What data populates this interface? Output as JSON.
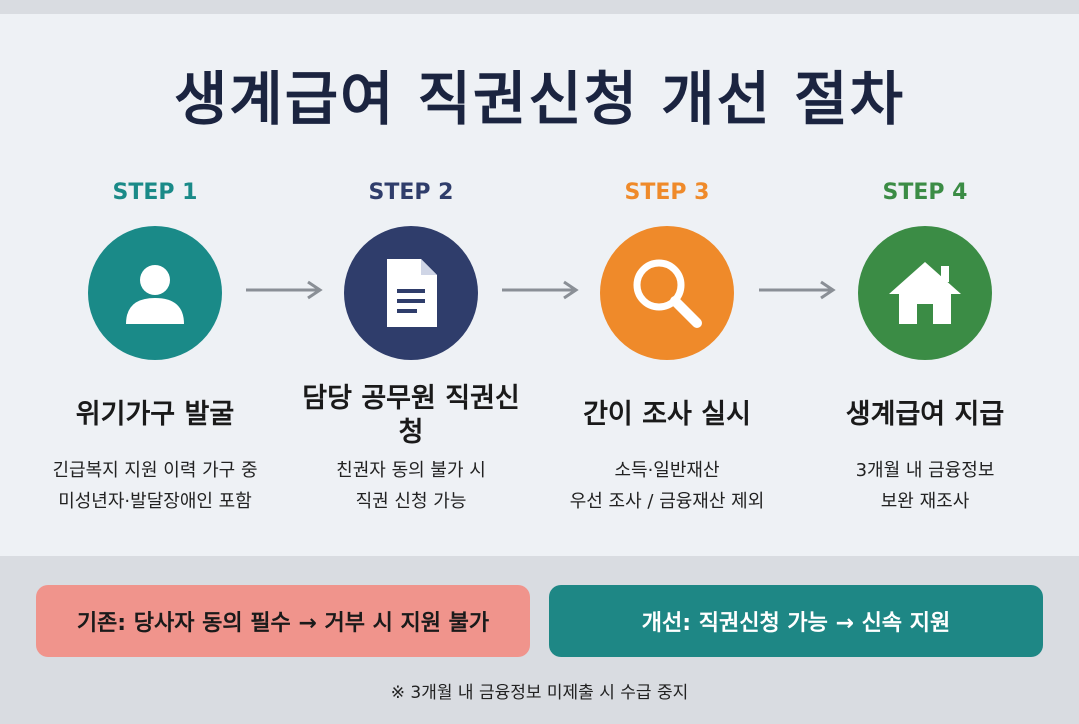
{
  "title": "생계급여 직권신청 개선 절차",
  "steps": [
    {
      "label": "STEP 1",
      "heading": "위기가구 발굴",
      "desc": [
        "긴급복지 지원 이력 가구 중",
        "미성년자·발달장애인 포함"
      ],
      "icon": "person-icon",
      "color": "#1a8a88"
    },
    {
      "label": "STEP 2",
      "heading": "담당 공무원 직권신청",
      "desc": [
        "친권자 동의 불가 시",
        "직권 신청 가능"
      ],
      "icon": "document-icon",
      "color": "#2f3d6b"
    },
    {
      "label": "STEP 3",
      "heading": "간이 조사 실시",
      "desc": [
        "소득·일반재산",
        "우선 조사 / 금융재산 제외"
      ],
      "icon": "magnifier-icon",
      "color": "#ef8a2a"
    },
    {
      "label": "STEP 4",
      "heading": "생계급여 지급",
      "desc": [
        "3개월 내 금융정보",
        "보완 재조사"
      ],
      "icon": "house-icon",
      "color": "#3b8c45"
    }
  ],
  "before": "기존: 당사자 동의 필수 → 거부 시 지원 불가",
  "after": "개선: 직권신청 가능 → 신속 지원",
  "note": "※ 3개월 내 금융정보 미제출 시 수급 중지",
  "colors": {
    "before": "#f0948c",
    "after": "#1e8785",
    "title": "#1b2440"
  }
}
